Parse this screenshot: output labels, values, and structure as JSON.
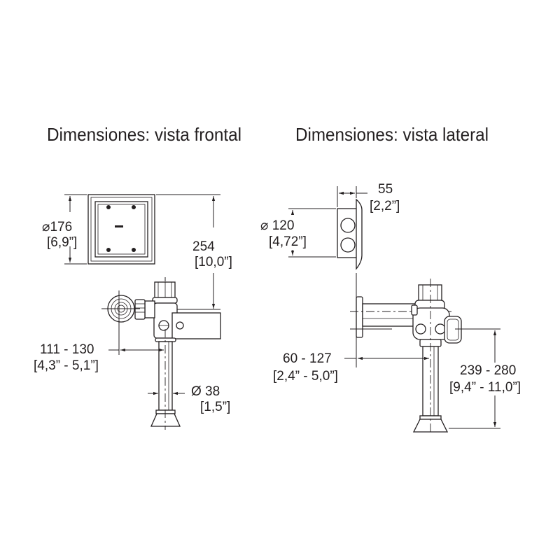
{
  "front_view": {
    "title": "Dimensiones: vista frontal",
    "plate_size_mm": "⌀176",
    "plate_size_in": "[6,9”]",
    "height_mm": "254",
    "height_in": "[10,0”]",
    "offset_mm": "111 - 130",
    "offset_in": "[4,3” - 5,1”]",
    "pipe_diameter_mm": "Ø 38",
    "pipe_diameter_in": "[1,5”]"
  },
  "side_view": {
    "title": "Dimensiones: vista lateral",
    "depth_mm": "55",
    "depth_in": "[2,2”]",
    "plate_size_mm": "⌀ 120",
    "plate_size_in": "[4,72”]",
    "wall_offset_mm": "60 - 127",
    "wall_offset_in": "[2,4” - 5,0”]",
    "height_mm": "239 - 280",
    "height_in": "[9,4” - 11,0”]"
  }
}
